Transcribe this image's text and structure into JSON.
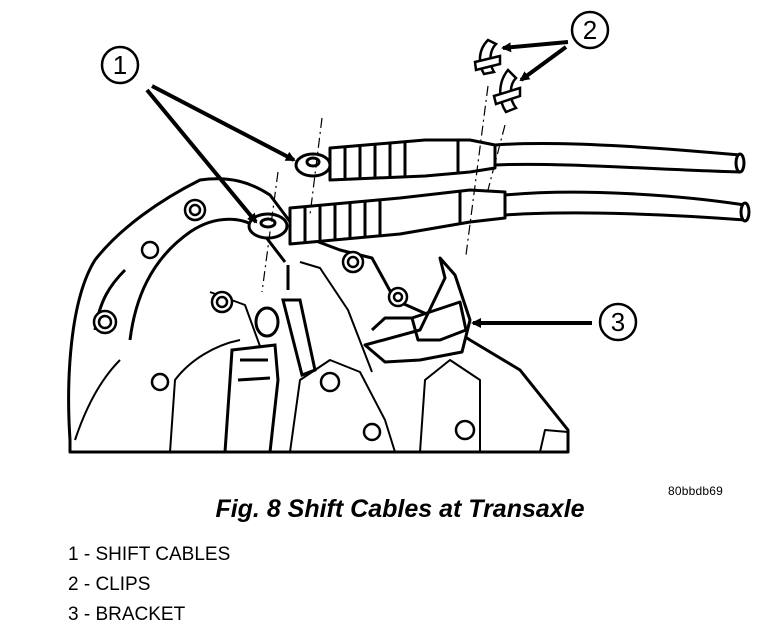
{
  "figure": {
    "caption": "Fig. 8 Shift Cables at Transaxle",
    "image_code": "80bbdb69"
  },
  "callouts": [
    {
      "number": "1"
    },
    {
      "number": "2"
    },
    {
      "number": "3"
    }
  ],
  "legend": [
    {
      "text": "1 - SHIFT CABLES"
    },
    {
      "text": "2 - CLIPS"
    },
    {
      "text": "3 - BRACKET"
    }
  ]
}
